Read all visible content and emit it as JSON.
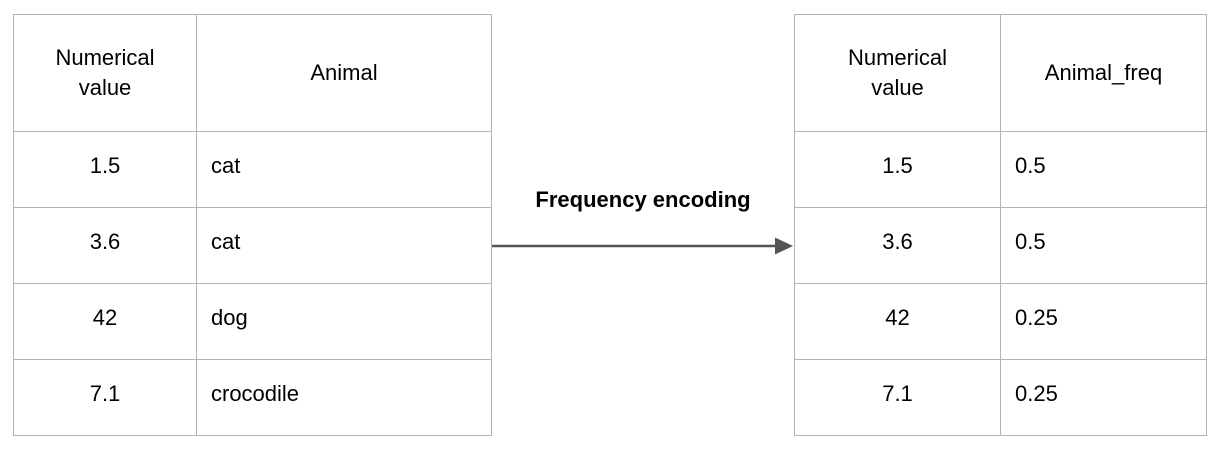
{
  "diagram": {
    "title_label": "Frequency encoding",
    "arrow_icon": "right-arrow-icon",
    "arrow_color": "#555555",
    "border_color": "#b3b3b3",
    "background_color": "#ffffff"
  },
  "source_table": {
    "name": "original-data-table",
    "headers": [
      "Numerical value",
      "Animal"
    ],
    "header_lines": {
      "col0_line1": "Numerical",
      "col0_line2": "value",
      "col1": "Animal"
    },
    "rows": [
      {
        "numerical_value": "1.5",
        "animal": "cat"
      },
      {
        "numerical_value": "3.6",
        "animal": "cat"
      },
      {
        "numerical_value": "42",
        "animal": "dog"
      },
      {
        "numerical_value": "7.1",
        "animal": "crocodile"
      }
    ]
  },
  "encoded_table": {
    "name": "frequency-encoded-table",
    "headers": [
      "Numerical value",
      "Animal_freq"
    ],
    "header_lines": {
      "col0_line1": "Numerical",
      "col0_line2": "value",
      "col1": "Animal_freq"
    },
    "rows": [
      {
        "numerical_value": "1.5",
        "animal_freq": "0.5"
      },
      {
        "numerical_value": "3.6",
        "animal_freq": "0.5"
      },
      {
        "numerical_value": "42",
        "animal_freq": "0.25"
      },
      {
        "numerical_value": "7.1",
        "animal_freq": "0.25"
      }
    ]
  }
}
